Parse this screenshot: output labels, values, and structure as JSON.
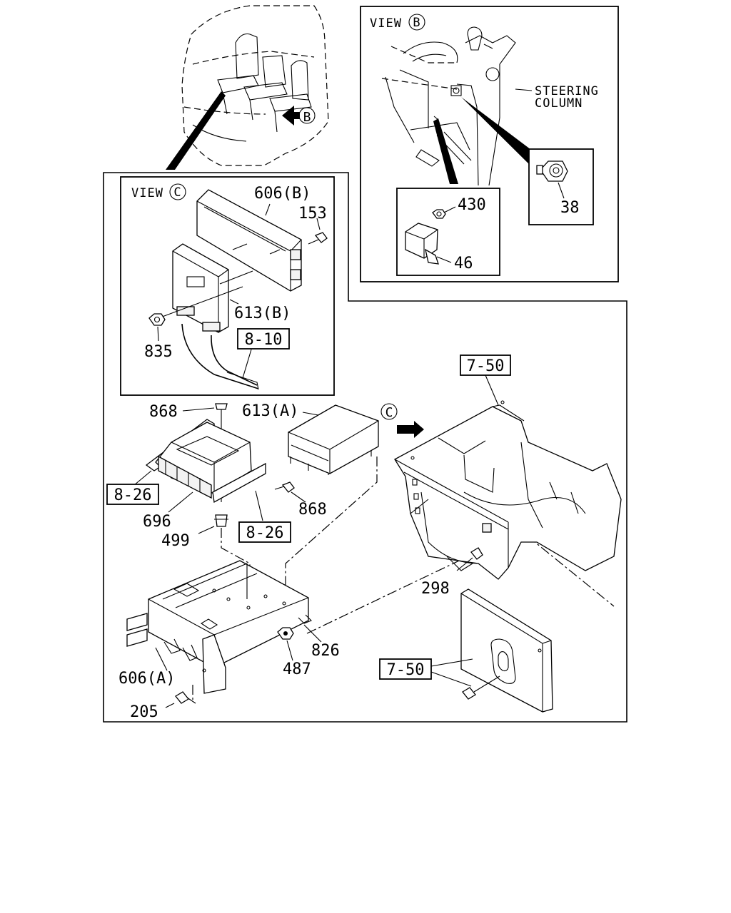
{
  "views": {
    "view_b_caption": "VIEW",
    "view_b_letter": "B",
    "view_c_caption": "VIEW",
    "view_c_letter": "C",
    "steering_line1": "STEERING",
    "steering_line2": "COLUMN"
  },
  "callouts": {
    "b_arrow": "B",
    "c_arrow": "C",
    "p38": "38",
    "p430": "430",
    "p46": "46",
    "p606b": "606(B)",
    "p153": "153",
    "p613b": "613(B)",
    "p835": "835",
    "ref810": "8-10",
    "ref750_top": "7-50",
    "p868_top": "868",
    "p613a": "613(A)",
    "ref826_left": "8-26",
    "p696": "696",
    "p499": "499",
    "ref826_mid": "8-26",
    "p868_right": "868",
    "p298": "298",
    "p826": "826",
    "p487": "487",
    "p606a": "606(A)",
    "ref750_bottom": "7-50",
    "p205": "205"
  }
}
